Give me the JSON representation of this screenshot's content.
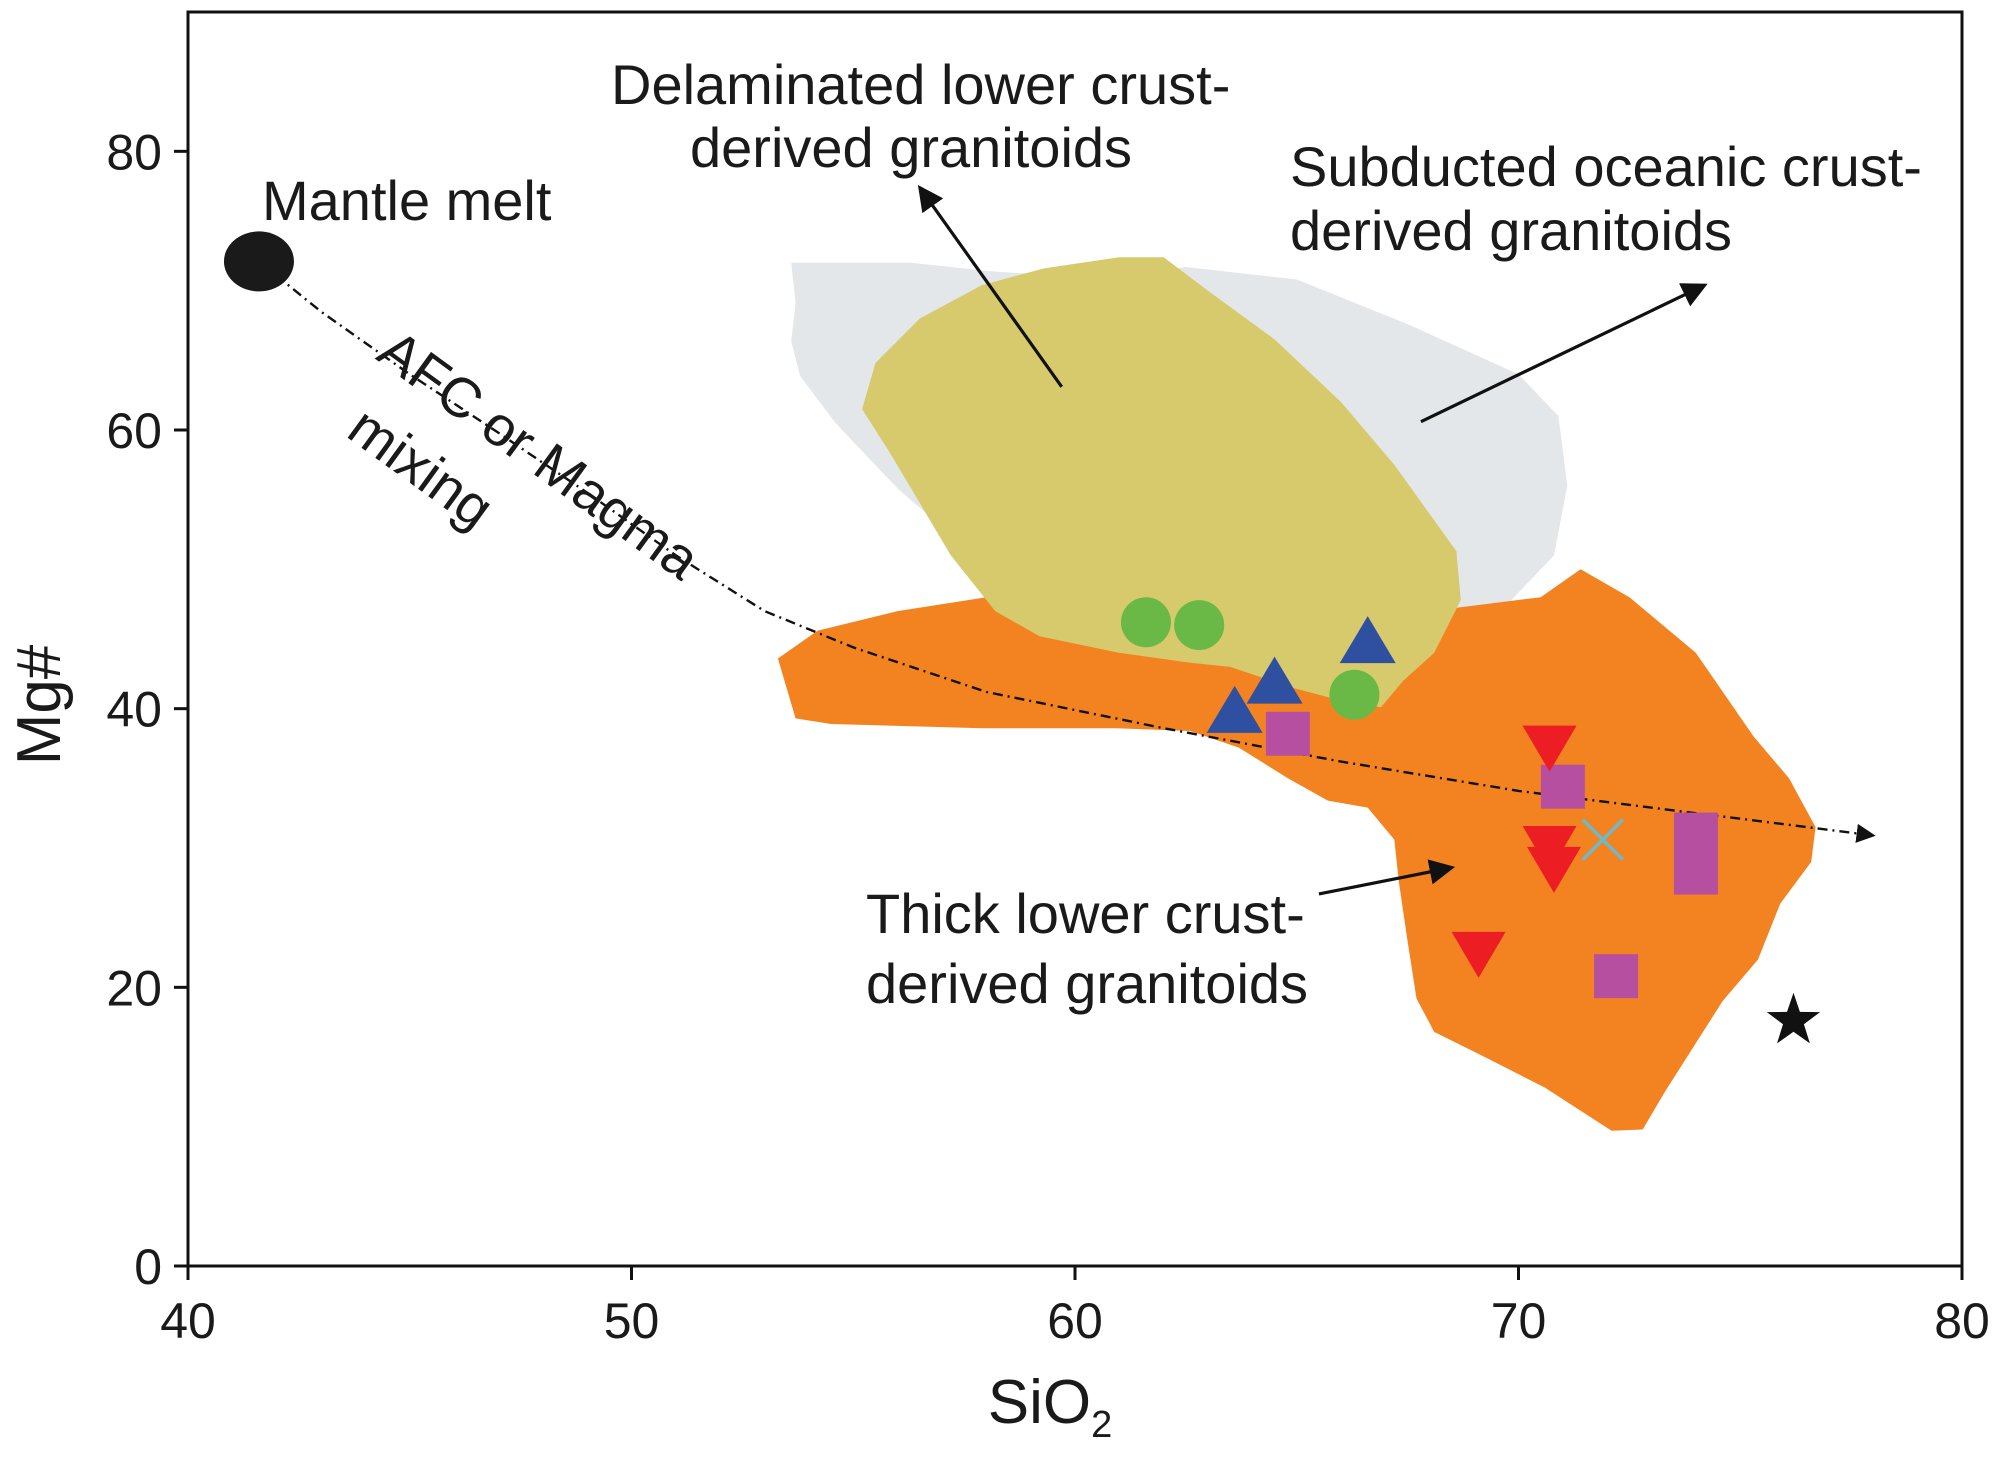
{
  "chart_data": {
    "type": "scatter",
    "xlabel": "SiO",
    "xlabel_subscript": "2",
    "ylabel": "Mg#",
    "xlim": [
      40,
      80
    ],
    "ylim": [
      0,
      90
    ],
    "xticks": [
      40,
      50,
      60,
      70,
      80
    ],
    "yticks": [
      0,
      20,
      40,
      60,
      80
    ],
    "grid": false,
    "legend": "none",
    "regions": [
      {
        "name": "Subducted oceanic crust-derived granitoids",
        "color": "#e3e7ea",
        "polygon": [
          [
            53.6,
            72
          ],
          [
            56.3,
            72
          ],
          [
            58.1,
            71.4
          ],
          [
            60.4,
            70.9
          ],
          [
            62.5,
            71.7
          ],
          [
            65,
            70.8
          ],
          [
            67.5,
            67.6
          ],
          [
            70,
            64
          ],
          [
            70.9,
            61
          ],
          [
            71.1,
            56
          ],
          [
            70.8,
            51
          ],
          [
            69.6,
            47
          ],
          [
            68.7,
            43
          ],
          [
            67.4,
            37.3
          ],
          [
            66.2,
            35.8
          ],
          [
            65.3,
            36.1
          ],
          [
            63.8,
            38.6
          ],
          [
            61.8,
            42.6
          ],
          [
            60.6,
            44.3
          ],
          [
            60.2,
            44.8
          ],
          [
            59.3,
            46.6
          ],
          [
            58.2,
            49.5
          ],
          [
            57.3,
            52.2
          ],
          [
            56,
            55.8
          ],
          [
            54.6,
            60.5
          ],
          [
            53.8,
            63.9
          ],
          [
            53.6,
            66.4
          ],
          [
            53.7,
            69.1
          ]
        ]
      },
      {
        "name": "Thick lower crust-derived granitoids",
        "color": "#f38321",
        "polygon": [
          [
            53.3,
            43.6
          ],
          [
            54.2,
            45.6
          ],
          [
            56,
            47
          ],
          [
            58,
            48
          ],
          [
            60,
            48.5
          ],
          [
            62,
            48.5
          ],
          [
            64,
            47.8
          ],
          [
            66,
            47
          ],
          [
            68,
            47
          ],
          [
            70.5,
            48
          ],
          [
            71.4,
            50
          ],
          [
            72.5,
            48
          ],
          [
            74,
            44
          ],
          [
            75.3,
            38
          ],
          [
            76.1,
            35
          ],
          [
            76.7,
            31.5
          ],
          [
            76.6,
            29
          ],
          [
            75.9,
            26
          ],
          [
            75.4,
            22
          ],
          [
            74.6,
            19
          ],
          [
            73.3,
            12.5
          ],
          [
            72.8,
            9.8
          ],
          [
            72.1,
            9.7
          ],
          [
            70.6,
            12.8
          ],
          [
            69.3,
            14.9
          ],
          [
            68.1,
            16.8
          ],
          [
            67.7,
            19.2
          ],
          [
            67.5,
            23.3
          ],
          [
            67.3,
            27.6
          ],
          [
            67.2,
            30.6
          ],
          [
            66.6,
            32.9
          ],
          [
            65.7,
            33.4
          ],
          [
            64.8,
            35
          ],
          [
            63.7,
            37.2
          ],
          [
            62.6,
            38.4
          ],
          [
            60.9,
            38.6
          ],
          [
            57.9,
            38.6
          ],
          [
            54.5,
            38.9
          ],
          [
            53.7,
            39.3
          ]
        ]
      },
      {
        "name": "Delaminated lower crust-derived granitoids",
        "color": "#d6ca6c",
        "polygon": [
          [
            59.3,
            71.6
          ],
          [
            61,
            72.4
          ],
          [
            62,
            72.4
          ],
          [
            63,
            70
          ],
          [
            64.5,
            66.5
          ],
          [
            66,
            62
          ],
          [
            67.2,
            57.5
          ],
          [
            68.6,
            51.3
          ],
          [
            68.7,
            47.8
          ],
          [
            68.1,
            44
          ],
          [
            67.4,
            42
          ],
          [
            66.9,
            40.1
          ],
          [
            66.1,
            40.5
          ],
          [
            64.9,
            41.5
          ],
          [
            63.5,
            43
          ],
          [
            62.6,
            43.3
          ],
          [
            61,
            44
          ],
          [
            59.2,
            45.2
          ],
          [
            58.2,
            47
          ],
          [
            57.2,
            51
          ],
          [
            56.4,
            55.3
          ],
          [
            55.8,
            58.5
          ],
          [
            55.2,
            61.5
          ],
          [
            55.5,
            64.8
          ],
          [
            56.5,
            68
          ],
          [
            57.9,
            70.4
          ]
        ]
      }
    ],
    "series": [
      {
        "marker": "circle",
        "color": "#6ab845",
        "points": [
          [
            61.6,
            46.2
          ],
          [
            62.8,
            46
          ],
          [
            66.3,
            41
          ]
        ]
      },
      {
        "marker": "triangle-up",
        "color": "#2f4fa1",
        "points": [
          [
            63.6,
            39.7
          ],
          [
            64.5,
            41.8
          ],
          [
            66.6,
            44.7
          ]
        ]
      },
      {
        "marker": "square",
        "color": "#b64fa0",
        "points": [
          [
            64.8,
            38.2
          ],
          [
            71,
            34.4
          ],
          [
            72.2,
            20.8
          ]
        ]
      },
      {
        "marker": "rect-tall",
        "color": "#b64fa0",
        "points": [
          [
            74,
            29.6
          ]
        ]
      },
      {
        "marker": "triangle-down",
        "color": "#ec1e24",
        "points": [
          [
            70.7,
            37.2
          ],
          [
            70.7,
            30
          ],
          [
            70.8,
            28.5
          ],
          [
            69.1,
            22.4
          ]
        ]
      },
      {
        "marker": "x",
        "color": "#6fb8c9",
        "points": [
          [
            71.9,
            30.6
          ]
        ]
      },
      {
        "marker": "star",
        "color": "#111111",
        "points": [
          [
            76.2,
            17.6
          ]
        ]
      }
    ],
    "end_member": {
      "label": "Mantle melt",
      "x": 41.6,
      "y": 72.1,
      "color": "#1a1a1a"
    },
    "trend": {
      "label_line1": "AFC or Magma",
      "label_line2": "mixing",
      "points": [
        [
          41.6,
          72.1
        ],
        [
          43,
          68.5
        ],
        [
          45,
          64
        ],
        [
          47,
          59.8
        ],
        [
          49,
          55.5
        ],
        [
          51,
          51
        ],
        [
          53,
          47
        ],
        [
          55,
          44.4
        ],
        [
          58,
          41.2
        ],
        [
          62,
          38.6
        ],
        [
          66,
          36.2
        ],
        [
          70,
          34.1
        ],
        [
          74,
          32.5
        ],
        [
          76,
          31.7
        ],
        [
          78,
          30.9
        ]
      ]
    },
    "annotations": [
      {
        "line1": "Delaminated lower crust-",
        "line2": "derived granitoids",
        "arrow_from": [
          59.7,
          63.1
        ],
        "arrow_to": [
          56.5,
          77.4
        ]
      },
      {
        "line1": "Subducted oceanic crust-",
        "line2": "derived granitoids",
        "arrow_from": [
          67.8,
          60.6
        ],
        "arrow_to": [
          74.2,
          70.4
        ]
      },
      {
        "line1": "Thick lower crust-",
        "line2": "derived granitoids",
        "arrow_from": [
          65.5,
          26.7
        ],
        "arrow_to": [
          68.5,
          28.6
        ]
      }
    ]
  }
}
